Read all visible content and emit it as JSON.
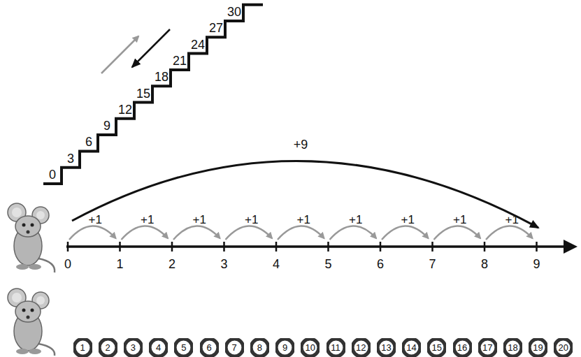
{
  "diagram": {
    "nodes": [
      {
        "text": [
          "1"
        ]
      },
      {
        "text": [
          "2"
        ]
      },
      {
        "text": [
          "3"
        ]
      },
      {
        "text": [
          "4"
        ]
      },
      {
        "text": [
          "5"
        ]
      },
      {
        "text": [
          "6"
        ]
      },
      {
        "text": [
          "7"
        ]
      },
      {
        "text": [
          "8"
        ]
      },
      {
        "text": [
          "9"
        ]
      },
      {
        "text": [
          "10"
        ]
      },
      {
        "text": [
          "11"
        ]
      },
      {
        "text": [
          "12"
        ]
      },
      {
        "text": [
          "13"
        ]
      },
      {
        "text": [
          "14"
        ]
      },
      {
        "text": [
          "15"
        ]
      },
      {
        "text": [
          "16"
        ]
      },
      {
        "text": [
          "17"
        ]
      },
      {
        "text": [
          "18"
        ]
      },
      {
        "text": [
          "19"
        ]
      },
      {
        "text": [
          "20"
        ]
      }
    ],
    "labels": [
      "0",
      "3",
      "6",
      "9",
      "12",
      "15",
      "18",
      "21",
      "24",
      "27",
      "30",
      "+9",
      "+1",
      "+1",
      "+1",
      "+1",
      "+1",
      "+1",
      "+1",
      "+1",
      "+1",
      "0",
      "1",
      "2",
      "3",
      "4",
      "5",
      "6",
      "7",
      "8",
      "9"
    ]
  }
}
